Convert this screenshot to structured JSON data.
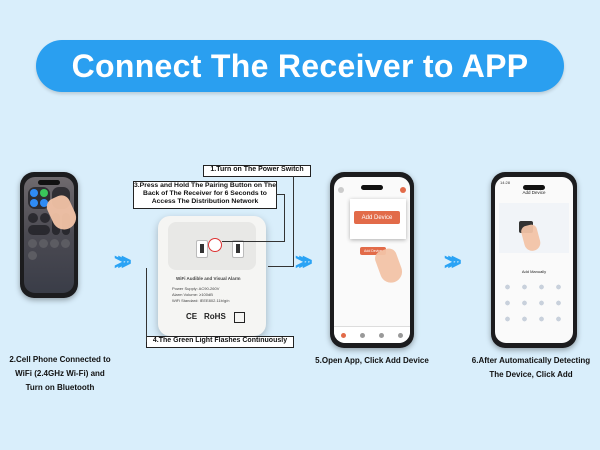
{
  "title": "Connect The Receiver to APP",
  "callouts": {
    "step1": "1.Turn on The Power Switch",
    "step3": "3.Press and Hold The Pairing Button on The Back of The Receiver for 6 Seconds to Access The Distribution Network",
    "step4": "4.The Green Light Flashes Continuously"
  },
  "captions": {
    "step2": "2.Cell Phone Connected to WiFi (2.4GHz Wi-Fi) and Turn on Bluetooth",
    "step5": "5.Open App, Click Add Device",
    "step6": "6.After Automatically Detecting The Device, Click Add"
  },
  "phone2": {
    "button": "Add Device",
    "small_button": "Add Device"
  },
  "phone3": {
    "header": "Add Device",
    "section": "Add Manually",
    "status_time": "14:28"
  },
  "device": {
    "label": "WiFi Audible and Visual Alarm",
    "specs": [
      "Power Supply: AC90-260V",
      "Alarm Volume: ≥100dB",
      "WiFi Standard: IEEE802.11b/g/n"
    ],
    "marks": [
      "CE",
      "RoHS"
    ]
  },
  "colors": {
    "accent": "#2a9ff0",
    "background": "#d9eefb",
    "app_button": "#e26b49"
  }
}
